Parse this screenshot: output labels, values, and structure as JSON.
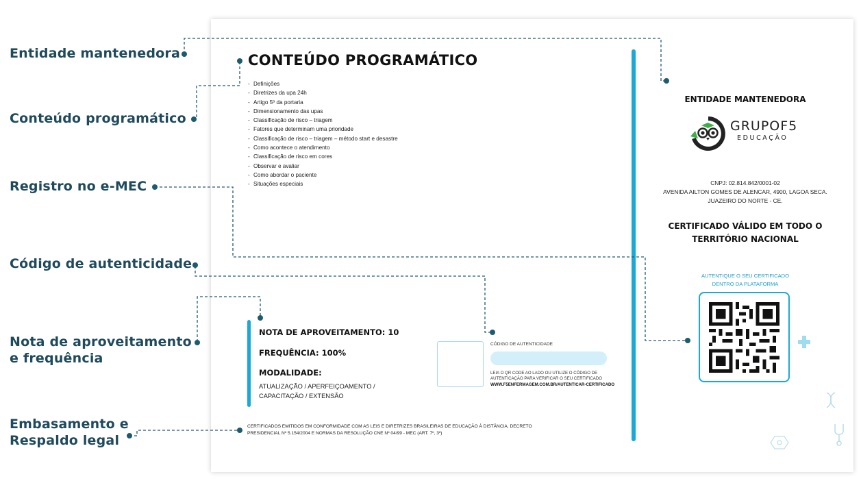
{
  "callouts": {
    "entidade": "Entidade mantenedora",
    "conteudo": "Conteúdo programático",
    "registro": "Registro no e-MEC",
    "codigo": "Código de autenticidade",
    "nota_l1": "Nota de aproveitamento",
    "nota_l2": "e frequência",
    "embasamento_l1": "Embasamento e",
    "embasamento_l2": "Respaldo legal"
  },
  "certificate": {
    "title": "CONTEÚDO PROGRAMÁTICO",
    "topics": [
      "Definições",
      "Diretrizes da upa 24h",
      "Artigo 5º da portaria",
      "Dimensionamento das upas",
      "Classificação de risco – triagem",
      "Fatores que determinam uma prioridade",
      "Classificação de risco – triagem – método start e desastre",
      "Como acontece o atendimento",
      "Classificação de risco em cores",
      "Observar e avaliar",
      "Como abordar o paciente",
      "Situações especiais"
    ],
    "nota": "NOTA DE APROVEITAMENTO: 10",
    "frequencia": "FREQUÊNCIA: 100%",
    "modalidade_label": "MODALIDADE:",
    "modalidade_values": "ATUALIZAÇÃO / APERFEIÇOAMENTO / CAPACITAÇÃO / EXTENSÃO",
    "auth_code_label": "CÓDIGO DE AUTENTICIDADE",
    "auth_instructions": "LEIA O QR CODE AO LADO OU UTILIZE O CÓDIGO DE AUTENTICAÇÃO PARA VERIFICAR O SEU CERTIFICADO",
    "auth_url": "WWW.F5ENFERMAGEM.COM.BR/AUTENTICAR-CERTIFICADO",
    "legal_text": "CERTIFICADOS EMITIDOS EM CONFORMIDADE COM AS LEIS E DIRETRIZES BRASILEIRAS DE EDUCAÇÃO À DISTÂNCIA, DECRETO PRESIDENCIAL Nº 5.154/2004 E NORMAS DA RESOLUÇÃO CNE Nº 04/99 - MEC (ART. 7º, 3º)",
    "entity_title": "ENTIDADE MANTENEDORA",
    "logo_main": "GRUPOF5",
    "logo_sub": "EDUCAÇÃO",
    "cnpj": "CNPJ: 02.814.842/0001-02",
    "address": "AVENIDA AILTON GOMES DE ALENCAR, 4900, LAGOA SECA.",
    "city": "JUAZEIRO DO NORTE - CE.",
    "valid_l1": "CERTIFICADO VÁLIDO EM TODO O",
    "valid_l2": "TERRITÓRIO NACIONAL",
    "authenticate_l1": "AUTENTIQUE O SEU CERTIFICADO",
    "authenticate_l2": "DENTRO DA PLATAFORMA"
  },
  "colors": {
    "accent": "#1aa9d6",
    "callout_text": "#1f4a5c",
    "connector": "#1f5b6e",
    "pill": "#d3f0fa"
  },
  "icons": [
    "logo-owl-icon",
    "qr-code-icon",
    "plus-icon",
    "dna-icon",
    "molecule-icon",
    "stethoscope-icon"
  ]
}
